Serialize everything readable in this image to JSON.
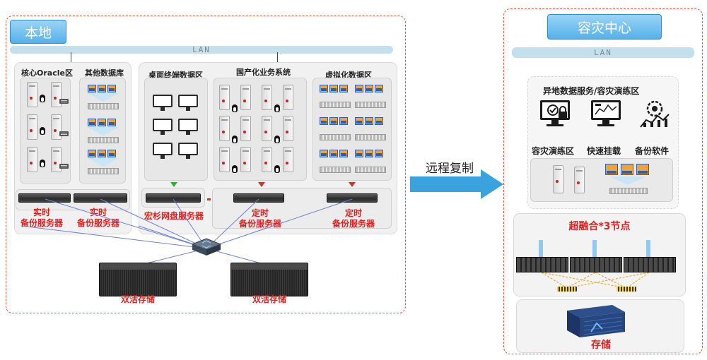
{
  "local": {
    "title": "本地",
    "lan_label": "LAN",
    "zones": {
      "oracle": "核心Oracle区",
      "other_db": "其他数据库",
      "desktop": "桌面终端数据区",
      "domestic": "国产化业务系统",
      "virtual": "虚拟化数据区"
    },
    "servers": {
      "realtime_1_line1": "实时",
      "realtime_1_line2": "备份服务器",
      "realtime_2_line1": "实时",
      "realtime_2_line2": "备份服务器",
      "hongshan": "宏杉网盘服务器",
      "scheduled_1_line1": "定时",
      "scheduled_1_line2": "备份服务器",
      "scheduled_2_line1": "定时",
      "scheduled_2_line2": "备份服务器"
    },
    "active_storage_1": "双活存储",
    "active_storage_2": "双活存储"
  },
  "replication_label": "远程复制",
  "dr": {
    "title": "容灾中心",
    "lan_label": "LAN",
    "service_zone_title": "异地数据服务/容灾演练区",
    "features": [
      {
        "label": "容灾演练区",
        "icon": "monitor-lock-icon"
      },
      {
        "label": "快速挂载",
        "icon": "dashboard-monitor-icon"
      },
      {
        "label": "备份软件",
        "icon": "analytics-gear-icon"
      }
    ],
    "hci_title": "超融合*3节点",
    "storage_label": "存储"
  },
  "colors": {
    "accent_red": "#e02020",
    "region_border": "#e5533d",
    "arrow_blue": "#3aa3de",
    "link_blue": "#6f7fd6"
  }
}
